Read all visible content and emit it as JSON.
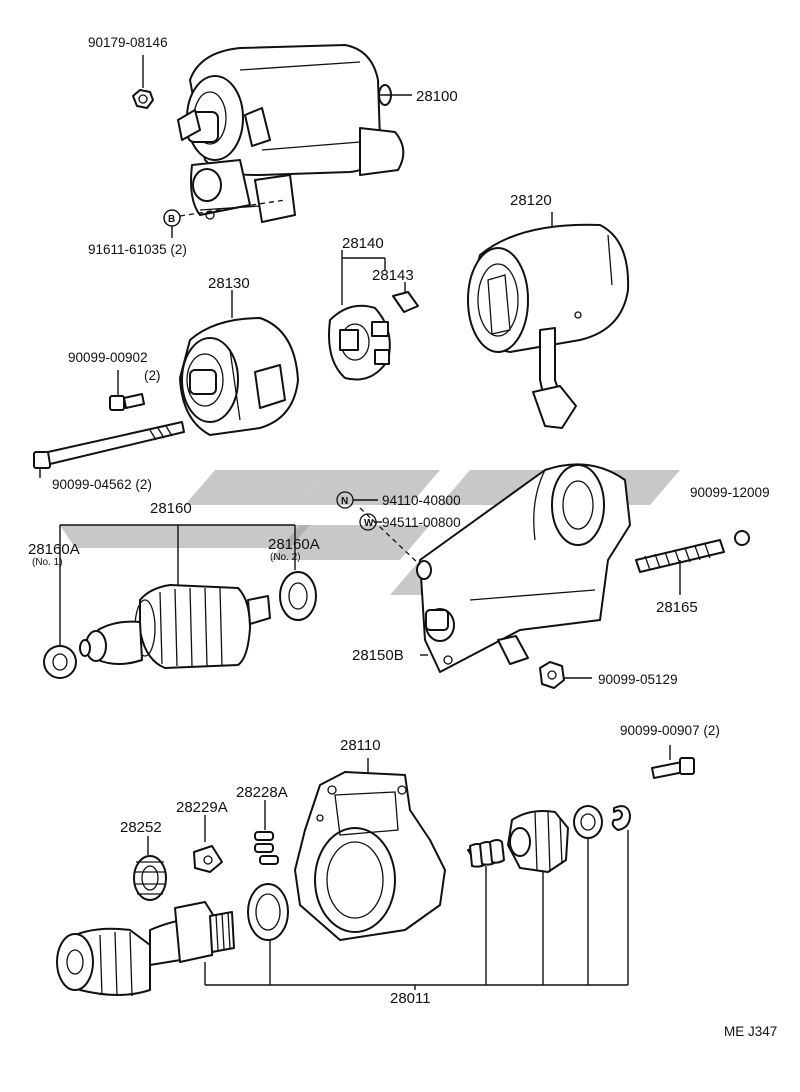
{
  "diagram": {
    "code": "ME J347",
    "labels": {
      "p90179_08146": "90179-08146",
      "p28100": "28100",
      "p91611_61035": "91611-61035 (2)",
      "p28120": "28120",
      "p28140": "28140",
      "p28143": "28143",
      "p28130": "28130",
      "p90099_00902": "90099-00902",
      "p90099_00902_qty": "(2)",
      "p90099_04562": "90099-04562 (2)",
      "p94110_40800": "94110-40800",
      "p94511_00800": "94511-00800",
      "p90099_12009": "90099-12009",
      "p28160": "28160",
      "p28160A_1": "28160A",
      "p28160A_1_note": "(No. 1)",
      "p28160A_2": "28160A",
      "p28160A_2_note": "(No. 2)",
      "p28165": "28165",
      "p28150B": "28150B",
      "p90099_05129": "90099-05129",
      "p90099_00907": "90099-00907 (2)",
      "p28110": "28110",
      "p28252": "28252",
      "p28229A": "28229A",
      "p28228A": "28228A",
      "p28011": "28011"
    },
    "symbols": {
      "b": "B",
      "n": "N",
      "w": "W"
    }
  }
}
